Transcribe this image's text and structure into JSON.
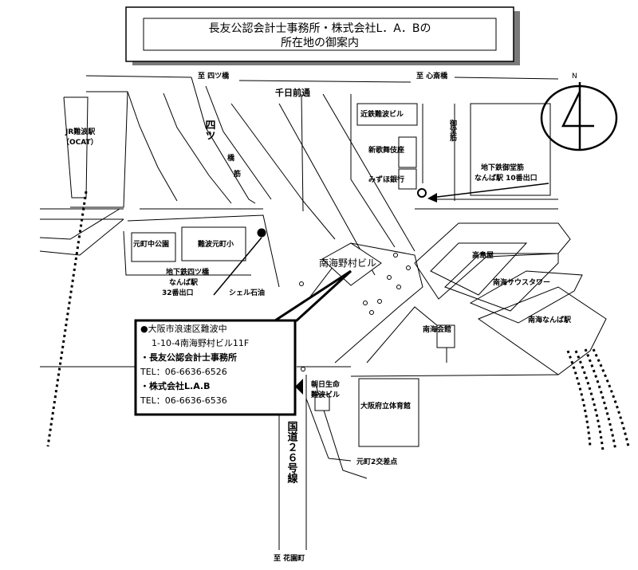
{
  "title": {
    "line1": "長友公認会計士事務所・株式会社L．A．Bの",
    "line2": "所在地の御案内"
  },
  "compass": {
    "label": "N"
  },
  "roads": {
    "to_yotsubashi": "至 四ツ橋",
    "to_shinsaibashi": "至 心斎橋",
    "sennichimae_dori": "千日前通",
    "yotsubashisuji_1": "四ツ",
    "yotsubashisuji_2": "橋",
    "yotsubashisuji_3": "筋",
    "midosuji": "御堂筋",
    "route26": "国道２６号線",
    "to_hanazonocho": "至 花園町"
  },
  "landmarks": {
    "jr_namba_1": "JR難波駅",
    "jr_namba_2": "（OCAT）",
    "kintetsu_namba_bldg": "近鉄難波ビル",
    "shinkabukiza": "新歌舞伎座",
    "mizuho_bank": "みずほ銀行",
    "subway_midosuji_1": "地下鉄御堂筋",
    "subway_midosuji_2": "なんば駅 10番出口",
    "motomachi_park": "元町中公園",
    "namba_motomachi_school": "難波元町小",
    "subway_yotsubashi_1": "地下鉄四ツ橋",
    "subway_yotsubashi_2": "なんば駅",
    "subway_yotsubashi_3": "32番出口",
    "shell": "シェル石油",
    "nankai_nomura": "南海野村ビル",
    "takashimaya": "高島屋",
    "nankai_tower": "南海サウスタワー",
    "nankai_namba": "南海なんば駅",
    "nankai_kaikan": "南海会館",
    "asahi_seimei_1": "朝日生命",
    "asahi_seimei_2": "難波ビル",
    "osaka_gym": "大阪府立体育館",
    "motomachi_2": "元町2交差点"
  },
  "info": {
    "address_1": "●大阪市浪速区難波中",
    "address_2": "1-10-4南海野村ビル11F",
    "firm_1": "・長友公認会計士事務所",
    "tel_1": "TEL：06-6636-6526",
    "firm_2": "・株式会社L.A.B",
    "tel_2": "TEL：06-6636-6536"
  }
}
